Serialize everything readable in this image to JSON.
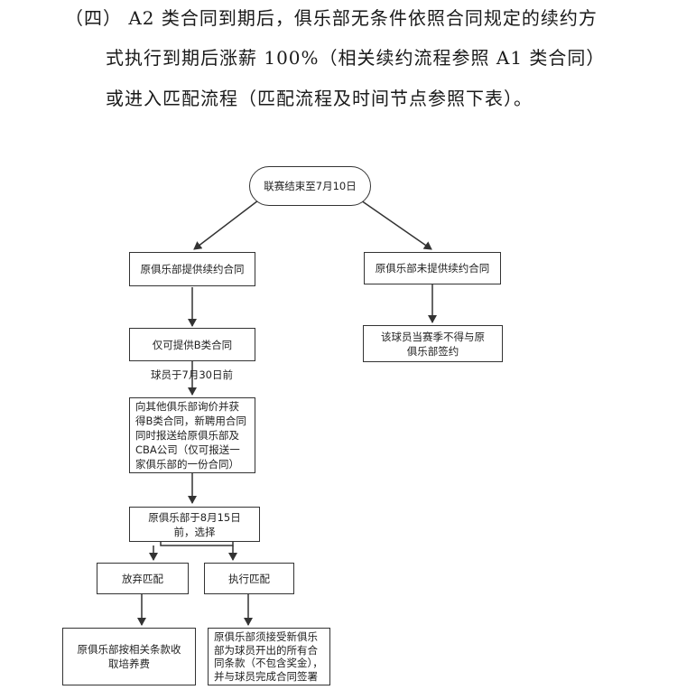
{
  "paragraph": {
    "line1": "（四） A2 类合同到期后，俱乐部无条件依照合同规定的续约方",
    "line2": "式执行到期后涨薪 100%（相关续约流程参照 A1 类合同）",
    "line3": "或进入匹配流程（匹配流程及时间节点参照下表）。"
  },
  "flowchart": {
    "start": "联赛结束至7月10日",
    "offer": "原俱乐部提供续约合同",
    "no_offer": "原俱乐部未提供续约合同",
    "no_offer_result": "该球员当赛季不得与原俱乐部签约",
    "b_contract": "仅可提供B类合同",
    "deadline_label": "球员于7月30日前",
    "inquire": "向其他俱乐部询价并获得B类合同，新聘用合同同时报送给原俱乐部及CBA公司（仅可报送一家俱乐部的一份合同）",
    "choose": "原俱乐部于8月15日前，选择",
    "waive": "放弃匹配",
    "match": "执行匹配",
    "waive_result": "原俱乐部按相关条款收取培养费",
    "match_result": "原俱乐部须接受新俱乐部为球员开出的所有合同条款（不包含奖金），并与球员完成合同签署"
  },
  "colors": {
    "line": "#333333",
    "text": "#222222",
    "background": "#ffffff"
  }
}
